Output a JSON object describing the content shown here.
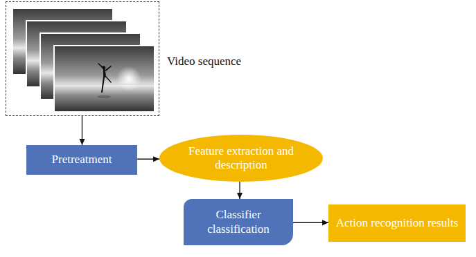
{
  "diagram": {
    "nodes": [
      {
        "text": [
          "Video sequence"
        ]
      },
      {
        "text": [
          "Pretreatment"
        ]
      },
      {
        "text": [
          "Feature extraction and description"
        ]
      },
      {
        "text": [
          "Classifier classification"
        ]
      },
      {
        "text": [
          "Action recognition results"
        ]
      }
    ],
    "edges": [
      {
        "from": 0,
        "to": 1,
        "arrow": "to"
      },
      {
        "from": 1,
        "to": 2,
        "arrow": "to"
      },
      {
        "from": 2,
        "to": 3,
        "arrow": "to"
      },
      {
        "from": 3,
        "to": 4,
        "arrow": "to"
      }
    ]
  }
}
